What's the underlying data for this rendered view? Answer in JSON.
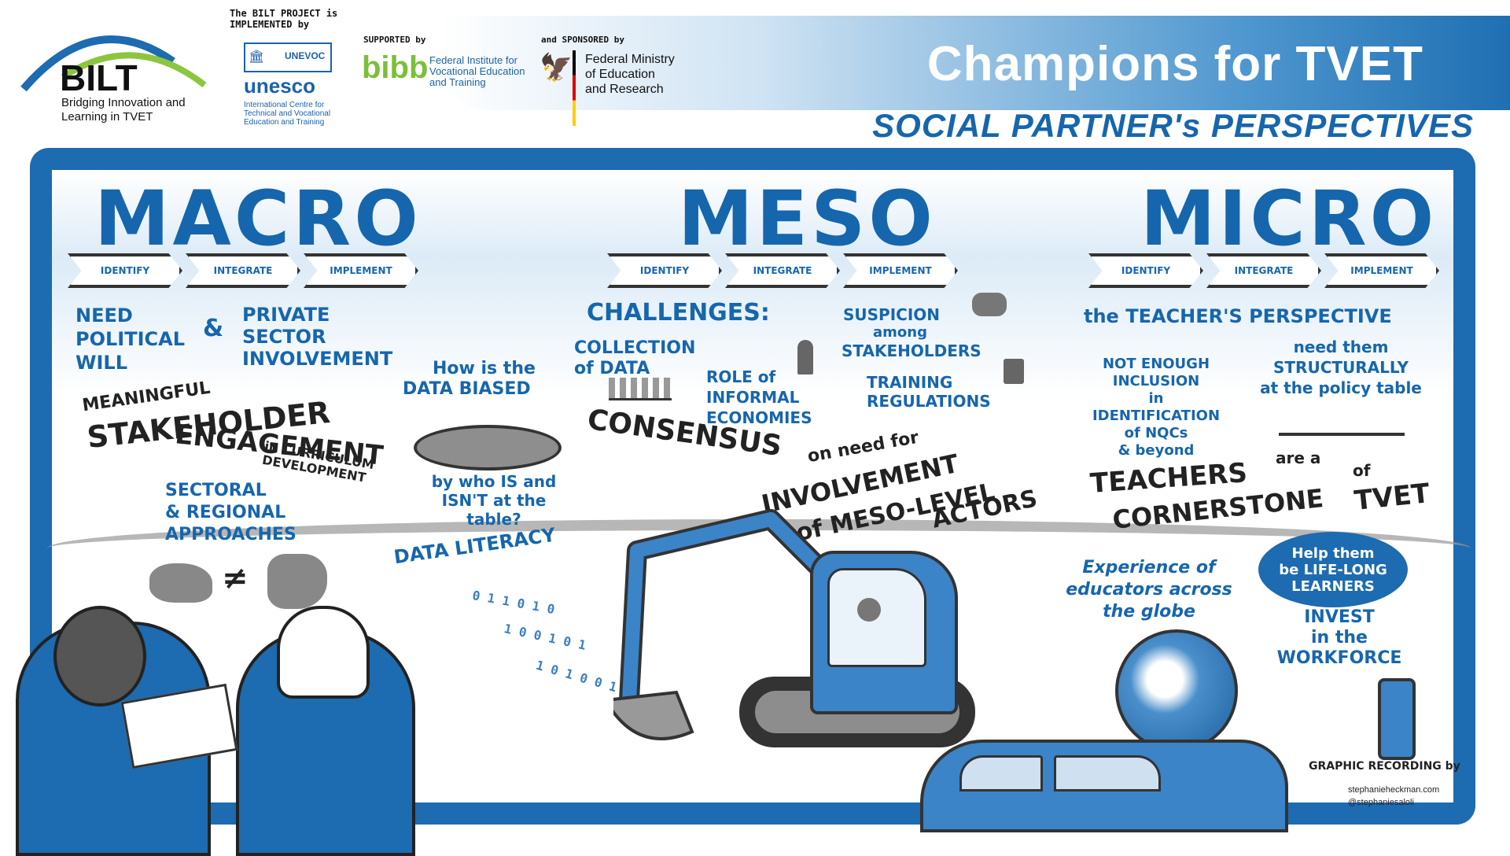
{
  "header": {
    "bilt_logo": "BILT",
    "bilt_subtitle_line1": "Bridging Innovation and",
    "bilt_subtitle_line2": "Learning in TVET",
    "implemented_by": "The BILT PROJECT is IMPLEMENTED by",
    "unevoc": "UNEVOC",
    "unesco": "unesco",
    "unesco_sub1": "International Centre for",
    "unesco_sub2": "Technical and Vocational",
    "unesco_sub3": "Education and Training",
    "supported_by": "SUPPORTED by",
    "bibb": "bibb",
    "bibb_sub1": "Federal Institute for",
    "bibb_sub2": "Vocational Education",
    "bibb_sub3": "and Training",
    "sponsored_by": "and SPONSORED by",
    "bmbf1": "Federal Ministry",
    "bmbf2": "of Education",
    "bmbf3": "and Research",
    "title": "Champions for TVET",
    "subtitle": "SOCIAL PARTNER's PERSPECTIVES"
  },
  "colors": {
    "primary_blue": "#1d6bb0",
    "light_blue": "#dcebf7",
    "dark": "#222222"
  },
  "steps": [
    "IDENTIFY",
    "INTEGRATE",
    "IMPLEMENT"
  ],
  "macro": {
    "title": "MACRO",
    "need_political_will_1": "NEED",
    "need_political_will_2": "POLITICAL",
    "need_political_will_3": "WILL",
    "amp": "&",
    "private_1": "PRIVATE",
    "private_2": "SECTOR",
    "private_3": "INVOLVEMENT",
    "meaningful": "MEANINGFUL",
    "stakeholder": "STAKEHOLDER",
    "engagement": "ENGAGEMENT",
    "in_curriculum": "in CURRICULUM",
    "development": "DEVELOPMENT",
    "sectoral_1": "SECTORAL",
    "sectoral_2": "& REGIONAL",
    "sectoral_3": "APPROACHES",
    "neq": "≠"
  },
  "data_bias": {
    "q1": "How is the",
    "q2": "DATA BIASED",
    "by_who_1": "by who IS and",
    "by_who_2": "ISN'T at the",
    "by_who_3": "table?",
    "literacy": "DATA LITERACY",
    "bits_1": "0 1 1 0 1 0",
    "bits_2": "1 0 0 1 0 1",
    "bits_3": "1 0 1 0 0 1"
  },
  "meso": {
    "title": "MESO",
    "challenges": "CHALLENGES:",
    "collection_1": "COLLECTION",
    "collection_2": "of DATA",
    "role_1": "ROLE of",
    "role_2": "INFORMAL",
    "role_3": "ECONOMIES",
    "suspicion_1": "SUSPICION",
    "suspicion_2": "among",
    "suspicion_3": "STAKEHOLDERS",
    "training_1": "TRAINING",
    "training_2": "REGULATIONS",
    "consensus": "CONSENSUS",
    "on_need_for": "on need for",
    "involvement": "INVOLVEMENT",
    "of_meso": "of MESO-LEVEL",
    "actors": "ACTORS"
  },
  "micro": {
    "title": "MICRO",
    "teacher_perspective": "the TEACHER'S PERSPECTIVE",
    "not_enough_1": "NOT ENOUGH",
    "not_enough_2": "INCLUSION",
    "not_enough_3": "in",
    "not_enough_4": "IDENTIFICATION",
    "not_enough_5": "of NQCs",
    "not_enough_6": "& beyond",
    "need_them_1": "need them",
    "need_them_2": "STRUCTURALLY",
    "need_them_3": "at the policy table",
    "teachers_1": "TEACHERS",
    "teachers_are_a": "are a",
    "teachers_2": "CORNERSTONE",
    "of": "of",
    "tvet": "TVET",
    "experience_1": "Experience of",
    "experience_2": "educators across",
    "experience_3": "the globe",
    "help_1": "Help them",
    "help_2": "be LIFE-LONG",
    "help_3": "LEARNERS",
    "invest_1": "INVEST",
    "invest_2": "in the",
    "invest_3": "WORKFORCE"
  },
  "credit": {
    "graphic_recording": "GRAPHIC RECORDING by",
    "site": "stephanieheckman.com",
    "handle": "@stephaniesaloli"
  }
}
